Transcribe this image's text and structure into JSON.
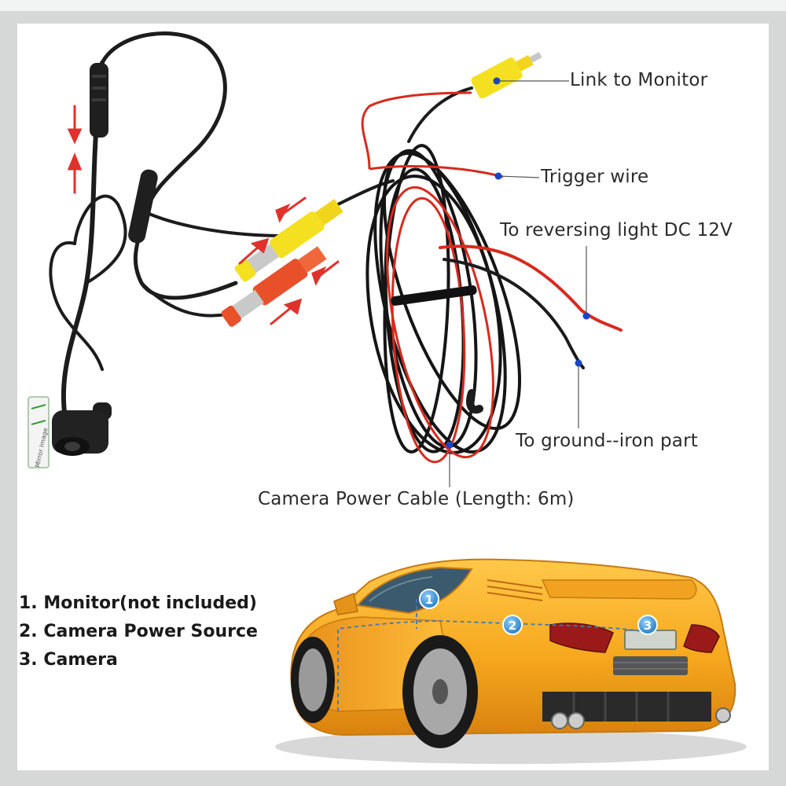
{
  "callouts": {
    "link_to_monitor": "Link to Monitor",
    "trigger_wire": "Trigger wire",
    "reversing_light": "To reversing light DC 12V",
    "ground": "To ground--iron part",
    "power_cable": "Camera Power Cable (Length: 6m)"
  },
  "legend": [
    {
      "label": "1. Monitor(not included)"
    },
    {
      "label": "2. Camera Power Source"
    },
    {
      "label": "3. Camera"
    }
  ],
  "markers": [
    {
      "number": "1"
    },
    {
      "number": "2"
    },
    {
      "number": "3"
    }
  ],
  "camera_label": "Mirror Image",
  "colors": {
    "background": "#ffffff",
    "cable": "#1c1c1c",
    "rca_yellow": "#f4e020",
    "rca_red": "#e8502a",
    "arrow": "#e0322c",
    "callout_dot": "#1a44c8",
    "car_body": "#f6a81e",
    "marker": "#3a9ad8"
  }
}
